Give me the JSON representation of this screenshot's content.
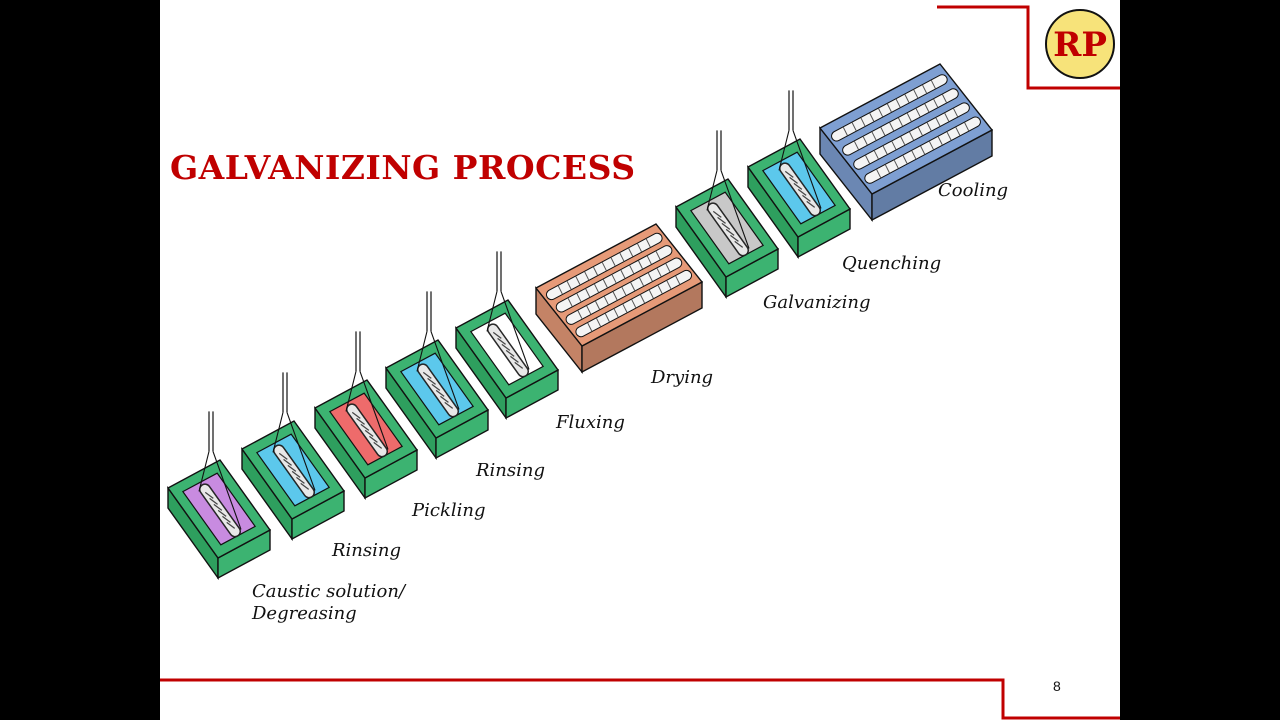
{
  "title": "GALVANIZING PROCESS",
  "logo_text": "RP",
  "page_number": "8",
  "colors": {
    "accent": "#c00000",
    "tank_green": "#3cb371",
    "caustic": "#c88be0",
    "rinse": "#5cc8ec",
    "pickling": "#ee6b6b",
    "flux": "#ffffff",
    "zinc": "#c8c8c8",
    "drying": "#e69a78",
    "cooling": "#7e9fd2",
    "logo_fill": "#f7e37a"
  },
  "stages": [
    {
      "id": "caustic",
      "label_lines": [
        "Caustic solution/",
        "Degreasing"
      ]
    },
    {
      "id": "rinse1",
      "label_lines": [
        "Rinsing"
      ]
    },
    {
      "id": "pickling",
      "label_lines": [
        "Pickling"
      ]
    },
    {
      "id": "rinse2",
      "label_lines": [
        "Rinsing"
      ]
    },
    {
      "id": "fluxing",
      "label_lines": [
        "Fluxing"
      ]
    },
    {
      "id": "drying",
      "label_lines": [
        "Drying"
      ]
    },
    {
      "id": "galvanizing",
      "label_lines": [
        "Galvanizing"
      ]
    },
    {
      "id": "quenching",
      "label_lines": [
        "Quenching"
      ]
    },
    {
      "id": "cooling",
      "label_lines": [
        "Cooling"
      ]
    }
  ]
}
